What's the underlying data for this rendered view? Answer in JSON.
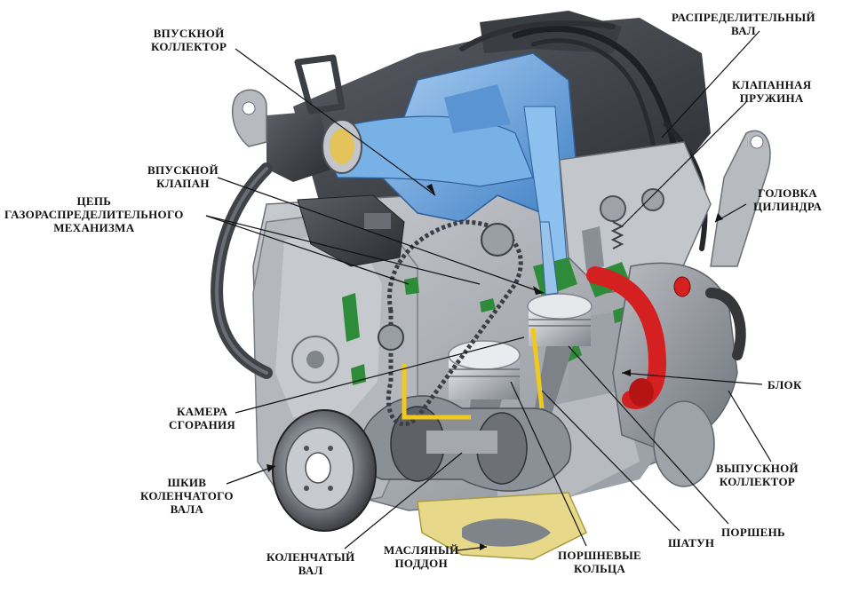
{
  "labels": {
    "intake_manifold": [
      "ВПУСКНОЙ",
      "КОЛЛЕКТОР"
    ],
    "intake_valve": [
      "ВПУСКНОЙ",
      "КЛАПАН"
    ],
    "timing_chain": [
      "ЦЕПЬ",
      "ГАЗОРАСПРЕДЕЛИТЕЛЬНОГО",
      "МЕХАНИЗМА"
    ],
    "combustion_chamber": [
      "КАМЕРА",
      "СГОРАНИЯ"
    ],
    "crank_pulley": [
      "ШКИВ",
      "КОЛЕНЧАТОГО",
      "ВАЛА"
    ],
    "crankshaft": [
      "КОЛЕНЧАТЫЙ",
      "ВАЛ"
    ],
    "oil_pan": [
      "МАСЛЯНЫЙ",
      "ПОДДОН"
    ],
    "piston_rings": [
      "ПОРШНЕВЫЕ",
      "КОЛЬЦА"
    ],
    "connecting_rod": [
      "ШАТУН"
    ],
    "piston": [
      "ПОРШЕНЬ"
    ],
    "exhaust_manifold": [
      "ВЫПУСКНОЙ",
      "КОЛЛЕКТОР"
    ],
    "block": [
      "БЛОК"
    ],
    "cylinder_head": [
      "ГОЛОВКА",
      "ЦИЛИНДРА"
    ],
    "valve_spring": [
      "КЛАПАННАЯ",
      "ПРУЖИНА"
    ],
    "camshaft": [
      "РАСПРЕДЕЛИТЕЛЬНЫЙ",
      "ВАЛ"
    ]
  },
  "colors": {
    "intake": "#6fa8e0",
    "exhaust": "#d42020",
    "chamber_insulation": "#2e8b3a",
    "oil_pan": "#e8d98a",
    "metal": "#a9adb3",
    "dark_metal": "#4a4d52",
    "label": "#111111"
  }
}
